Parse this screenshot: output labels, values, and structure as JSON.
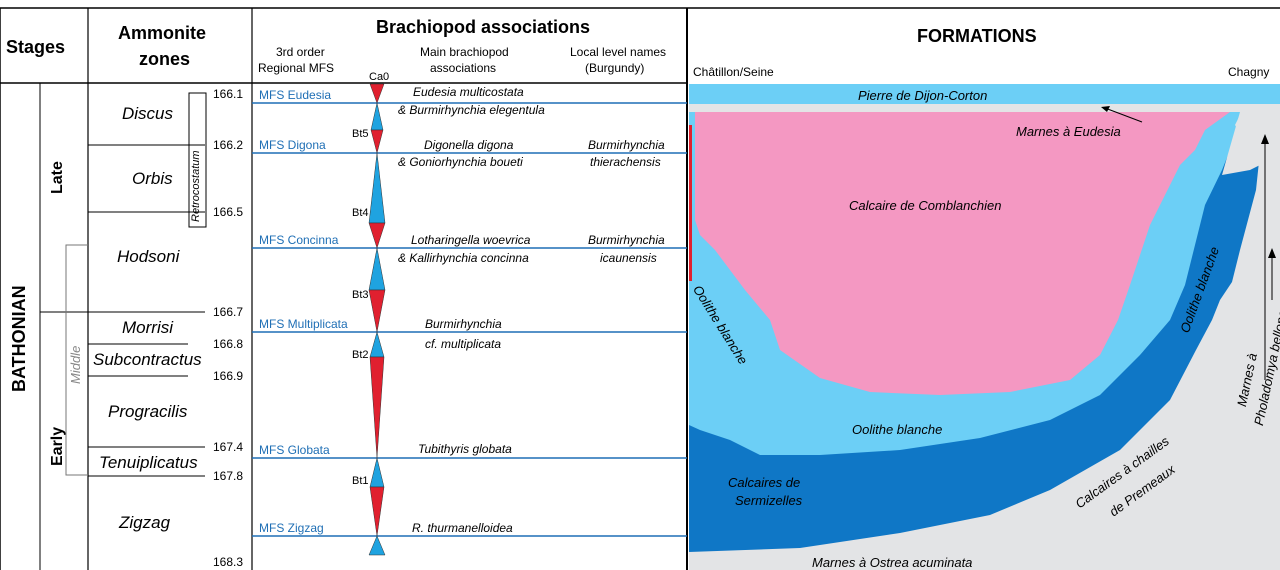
{
  "columns": {
    "stages": "Stages",
    "ammonite_zones_line1": "Ammonite",
    "ammonite_zones_line2": "zones",
    "brachiopod_title": "Brachiopod associations",
    "mfs_header_line1": "3rd order",
    "mfs_header_line2": "Regional MFS",
    "assoc_header_line1": "Main brachiopod",
    "assoc_header_line2": "associations",
    "local_header_line1": "Local level names",
    "local_header_line2": "(Burgundy)",
    "formations": "FORMATIONS"
  },
  "stage": {
    "name": "BATHONIAN",
    "substages": [
      "Late",
      "Middle",
      "Early"
    ]
  },
  "zones": [
    "Discus",
    "Orbis",
    "Hodsoni",
    "Morrisi",
    "Subcontractus",
    "Progracilis",
    "Tenuiplicatus",
    "Zigzag"
  ],
  "subzone": "Retrocostatum",
  "ages": [
    "166.1",
    "166.2",
    "166.5",
    "166.7",
    "166.8",
    "166.9",
    "167.4",
    "167.8",
    "168.3"
  ],
  "mfs": [
    "MFS Eudesia",
    "MFS Digona",
    "MFS Concinna",
    "MFS Multiplicata",
    "MFS Globata",
    "MFS Zigzag"
  ],
  "cycles": [
    "Ca0",
    "Bt5",
    "Bt4",
    "Bt3",
    "Bt2",
    "Bt1"
  ],
  "associations": {
    "eudesia_1": "Eudesia multicostata",
    "eudesia_2": "& Burmirhynchia elegentula",
    "digona_1": "Digonella digona",
    "digona_2": "& Goniorhynchia boueti",
    "concinna_1": "Lotharingella woevrica",
    "concinna_2": "& Kallirhynchia concinna",
    "multiplicata_1": "Burmirhynchia",
    "multiplicata_2": "cf. multiplicata",
    "globata": "Tubithyris globata",
    "zigzag": "R. thurmanelloidea"
  },
  "local_levels": {
    "thierachensis_1": "Burmirhynchia",
    "thierachensis_2": "thierachensis",
    "icaunensis_1": "Burmirhynchia",
    "icaunensis_2": "icaunensis"
  },
  "formations_panel": {
    "left_locality": "Châtillon/Seine",
    "right_locality": "Chagny",
    "units": {
      "pierre": "Pierre de Dijon-Corton",
      "marnes_eudesia": "Marnes à Eudesia",
      "comblanchien": "Calcaire de Comblanchien",
      "oolithe": "Oolithe blanche",
      "sermizelles_1": "Calcaires de",
      "sermizelles_2": "Sermizelles",
      "premeaux_1": "Calcaires à chailles",
      "premeaux_2": "de Premeaux",
      "ostrea": "Marnes à Ostrea acuminata",
      "pholadomya_1": "Marnes à",
      "pholadomya_2": "Pholadomya bellona"
    },
    "colors": {
      "light_blue": "#6ccff6",
      "dark_blue": "#0f77c6",
      "pink": "#f498c2",
      "grey": "#e3e4e6",
      "cycle_red": "#e0202f",
      "cycle_blue": "#1fa3e0",
      "mfs_line": "#1f6fb5"
    }
  }
}
